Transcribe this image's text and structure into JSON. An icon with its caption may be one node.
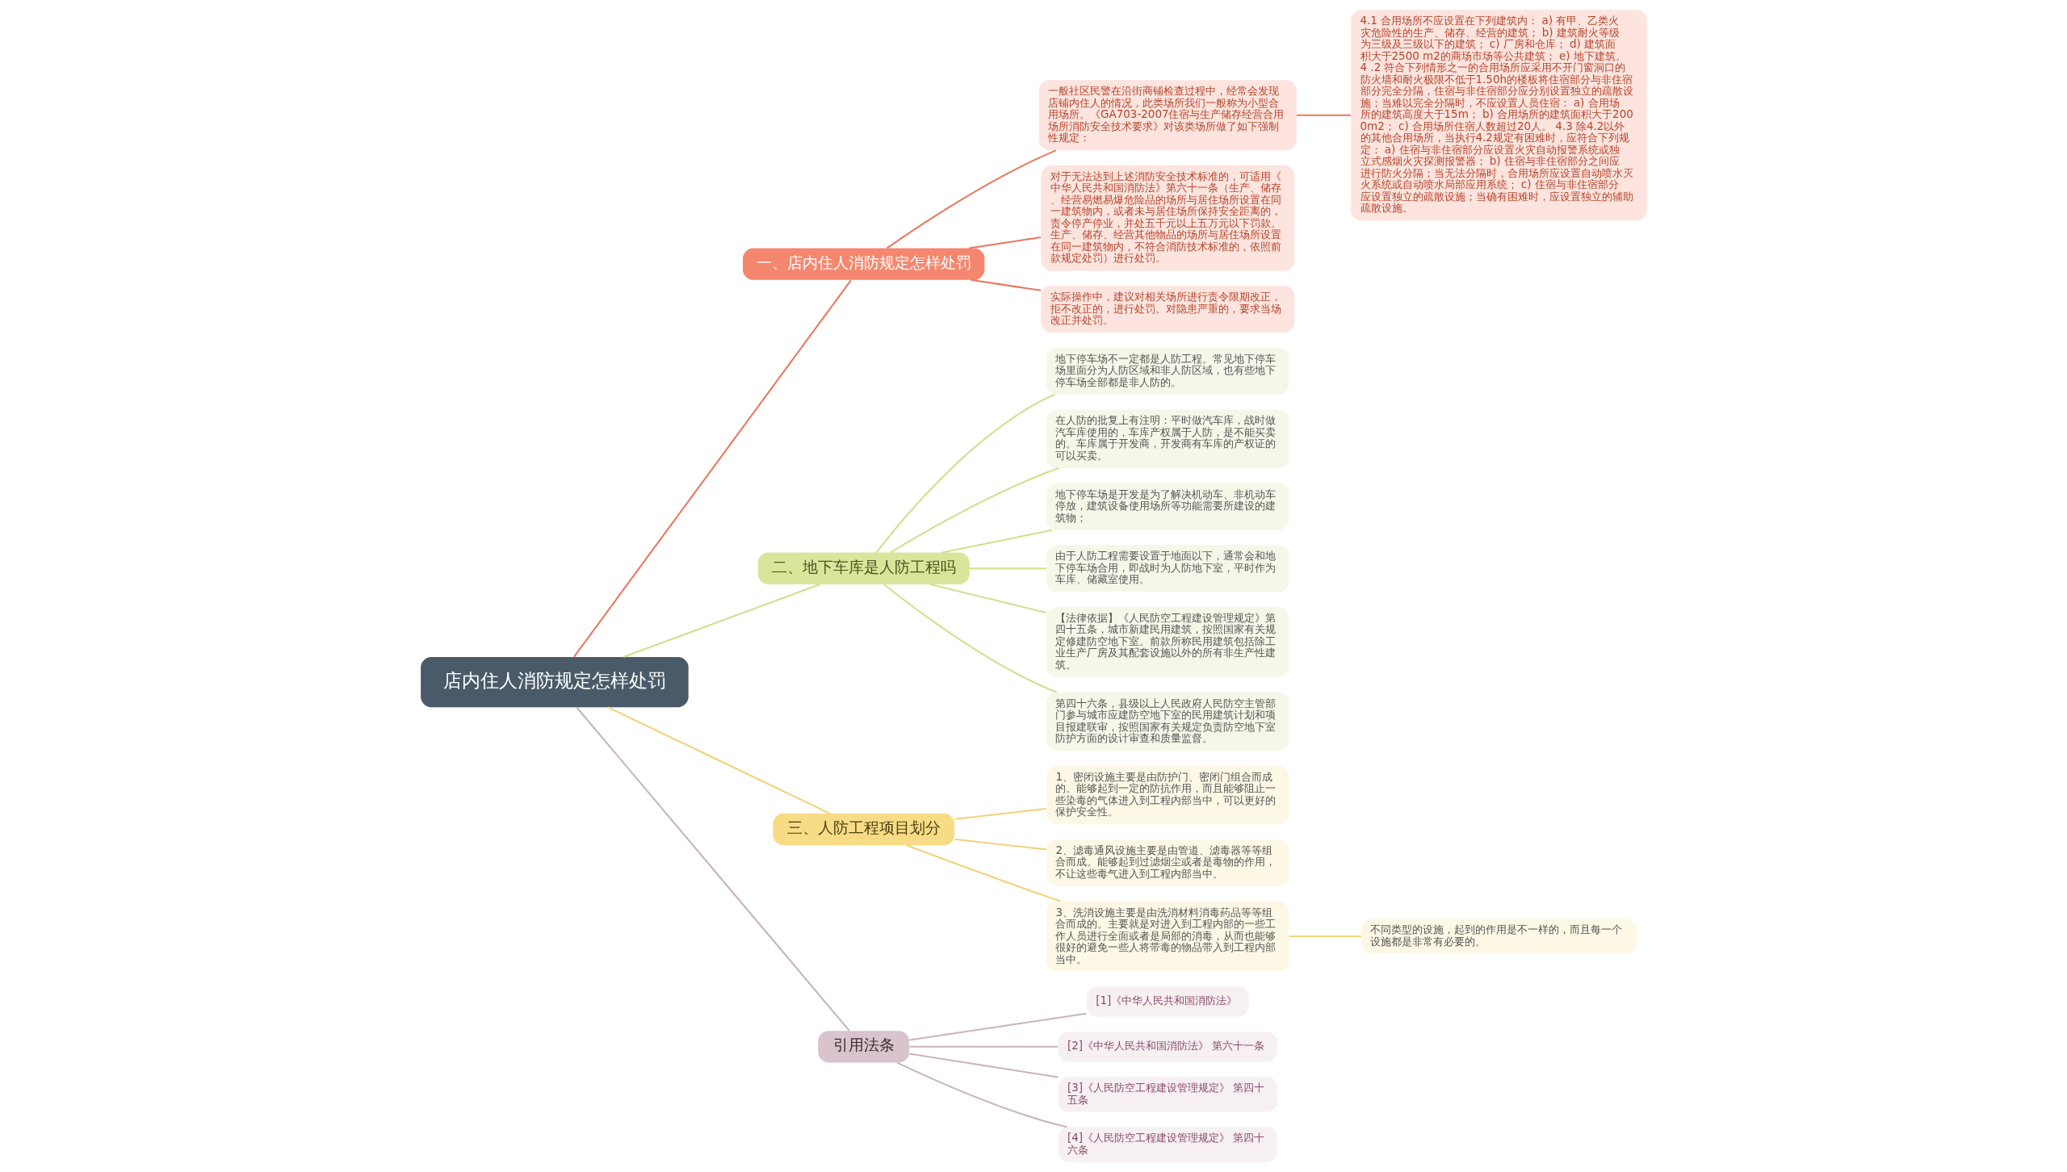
{
  "diagram": {
    "nodes": [
      {
        "text": [
          "店内住人消防规定怎样处罚"
        ]
      },
      {
        "text": [
          "一、店内住人消防规定怎样处罚"
        ]
      },
      {
        "text": [
          "一般社区民警在沿街商铺检查过程中，经常会发现店铺内住人的情况，此类场所我们一般称为小型合用场所。《GA703-2007住宿与生产储存经营合用场所消防安全技术要求》对该类场所做了如下强制性规定："
        ]
      },
      {
        "text": [
          "4.1 合用场所不应设置在下列建筑内： a) 有甲、乙类火灾危险性的生产、储存、经营的建筑； b) 建筑耐火等级为三级及三级以下的建筑； c) 厂房和仓库； d) 建筑面积大于2500 m2的商场市场等公共建筑； e) 地下建筑。 4 .2 符合下列情形之一的合用场所应采用不开门窗洞口的防火墙和耐火极限不低于1.50h的楼板将住宿部分与非住宿部分完全分隔，住宿与非住宿部分应分别设置独立的疏散设施；当难以完全分隔时，不应设置人员住宿： a) 合用场所的建筑高度大于15m； b) 合用场所的建筑面积大于2000m2； c) 合用场所住宿人数超过20人。 4.3 除4.2以外的其他合用场所，当执行4.2规定有困难时，应符合下列规定： a) 住宿与非住宿部分应设置火灾自动报警系统或独立式感烟火灾探测报警器； b) 住宿与非住宿部分之间应进行防火分隔；当无法分隔时，合用场所应设置自动喷水灭火系统或自动喷水局部应用系统； c) 住宿与非住宿部分应设置独立的疏散设施；当确有困难时，应设置独立的辅助疏散设施。"
        ]
      },
      {
        "text": [
          "对于无法达到上述消防安全技术标准的，可适用《中华人民共和国消防法》第六十一条（生产、储存、经营易燃易爆危险品的场所与居住场所设置在同一建筑物内，或者未与居住场所保持安全距离的，责令停产停业，并处五千元以上五万元以下罚款。生产、储存、经营其他物品的场所与居住场所设置在同一建筑物内，不符合消防技术标准的，依照前款规定处罚）进行处罚。"
        ]
      },
      {
        "text": [
          "实际操作中，建议对相关场所进行责令限期改正，拒不改正的，进行处罚。对隐患严重的，要求当场改正并处罚。"
        ]
      },
      {
        "text": [
          "二、地下车库是人防工程吗"
        ]
      },
      {
        "text": [
          "地下停车场不一定都是人防工程。常见地下停车场里面分为人防区域和非人防区域，也有些地下停车场全部都是非人防的。"
        ]
      },
      {
        "text": [
          "在人防的批复上有注明：平时做汽车库，战时做汽车库使用的，车库产权属于人防，是不能买卖的。车库属于开发商，开发商有车库的产权证的可以买卖。"
        ]
      },
      {
        "text": [
          "地下停车场是开发是为了解决机动车、非机动车停放，建筑设备使用场所等功能需要所建设的建筑物；"
        ]
      },
      {
        "text": [
          "由于人防工程需要设置于地面以下，通常会和地下停车场合用，即战时为人防地下室，平时作为车库、储藏室使用。"
        ]
      },
      {
        "text": [
          "【法律依据】《人民防空工程建设管理规定》第四十五条，城市新建民用建筑，按照国家有关规定修建防空地下室。前款所称民用建筑包括除工业生产厂房及其配套设施以外的所有非生产性建筑。"
        ]
      },
      {
        "text": [
          "第四十六条，县级以上人民政府人民防空主管部门参与城市应建防空地下室的民用建筑计划和项目报建联审，按照国家有关规定负责防空地下室防护方面的设计审查和质量监督。"
        ]
      },
      {
        "text": [
          "三、人防工程项目划分"
        ]
      },
      {
        "text": [
          "1、密闭设施主要是由防护门、密闭门组合而成的。能够起到一定的防抗作用，而且能够阻止一些染毒的气体进入到工程内部当中，可以更好的保护安全性。"
        ]
      },
      {
        "text": [
          "2、滤毒通风设施主要是由管道、滤毒器等等组合而成。能够起到过滤烟尘或者是毒物的作用，不让这些毒气进入到工程内部当中。"
        ]
      },
      {
        "text": [
          "3、洗消设施主要是由洗消材料消毒药品等等组合而成的。主要就是对进入到工程内部的一些工作人员进行全面或者是局部的消毒，从而也能够很好的避免一些人将带毒的物品带入到工程内部当中。"
        ]
      },
      {
        "text": [
          "不同类型的设施，起到的作用是不一样的，而且每一个设施都是非常有必要的。"
        ]
      },
      {
        "text": [
          "引用法条"
        ]
      },
      {
        "text": [
          "[1]《中华人民共和国消防法》"
        ]
      },
      {
        "text": [
          "[2]《中华人民共和国消防法》 第六十一条"
        ]
      },
      {
        "text": [
          "[3]《人民防空工程建设管理规定》 第四十五条"
        ]
      },
      {
        "text": [
          "[4]《人民防空工程建设管理规定》 第四十六条"
        ]
      }
    ],
    "edges": [
      {
        "from": 0,
        "to": 1,
        "arrow": "none",
        "color": "#e8785f"
      },
      {
        "from": 1,
        "to": 2,
        "arrow": "none",
        "color": "#e8785f"
      },
      {
        "from": 2,
        "to": 3,
        "arrow": "none",
        "color": "#e8785f"
      },
      {
        "from": 1,
        "to": 4,
        "arrow": "none",
        "color": "#e8785f"
      },
      {
        "from": 1,
        "to": 5,
        "arrow": "none",
        "color": "#e8785f"
      },
      {
        "from": 0,
        "to": 6,
        "arrow": "none",
        "color": "#cfe08f"
      },
      {
        "from": 6,
        "to": 7,
        "arrow": "none",
        "color": "#cfe08f"
      },
      {
        "from": 6,
        "to": 8,
        "arrow": "none",
        "color": "#cfe08f"
      },
      {
        "from": 6,
        "to": 9,
        "arrow": "none",
        "color": "#cfe08f"
      },
      {
        "from": 6,
        "to": 10,
        "arrow": "none",
        "color": "#cfe08f"
      },
      {
        "from": 6,
        "to": 11,
        "arrow": "none",
        "color": "#cfe08f"
      },
      {
        "from": 6,
        "to": 12,
        "arrow": "none",
        "color": "#cfe08f"
      },
      {
        "from": 0,
        "to": 13,
        "arrow": "none",
        "color": "#f2d27a"
      },
      {
        "from": 13,
        "to": 14,
        "arrow": "none",
        "color": "#f2d27a"
      },
      {
        "from": 13,
        "to": 15,
        "arrow": "none",
        "color": "#f2d27a"
      },
      {
        "from": 13,
        "to": 16,
        "arrow": "none",
        "color": "#f2d27a"
      },
      {
        "from": 16,
        "to": 17,
        "arrow": "none",
        "color": "#f2d27a"
      },
      {
        "from": 0,
        "to": 18,
        "arrow": "none",
        "color": "#c9b3bd"
      },
      {
        "from": 18,
        "to": 19,
        "arrow": "none",
        "color": "#c9b3bd"
      },
      {
        "from": 18,
        "to": 20,
        "arrow": "none",
        "color": "#c9b3bd"
      },
      {
        "from": 18,
        "to": 21,
        "arrow": "none",
        "color": "#c9b3bd"
      },
      {
        "from": 18,
        "to": 22,
        "arrow": "none",
        "color": "#c9b3bd"
      }
    ]
  }
}
